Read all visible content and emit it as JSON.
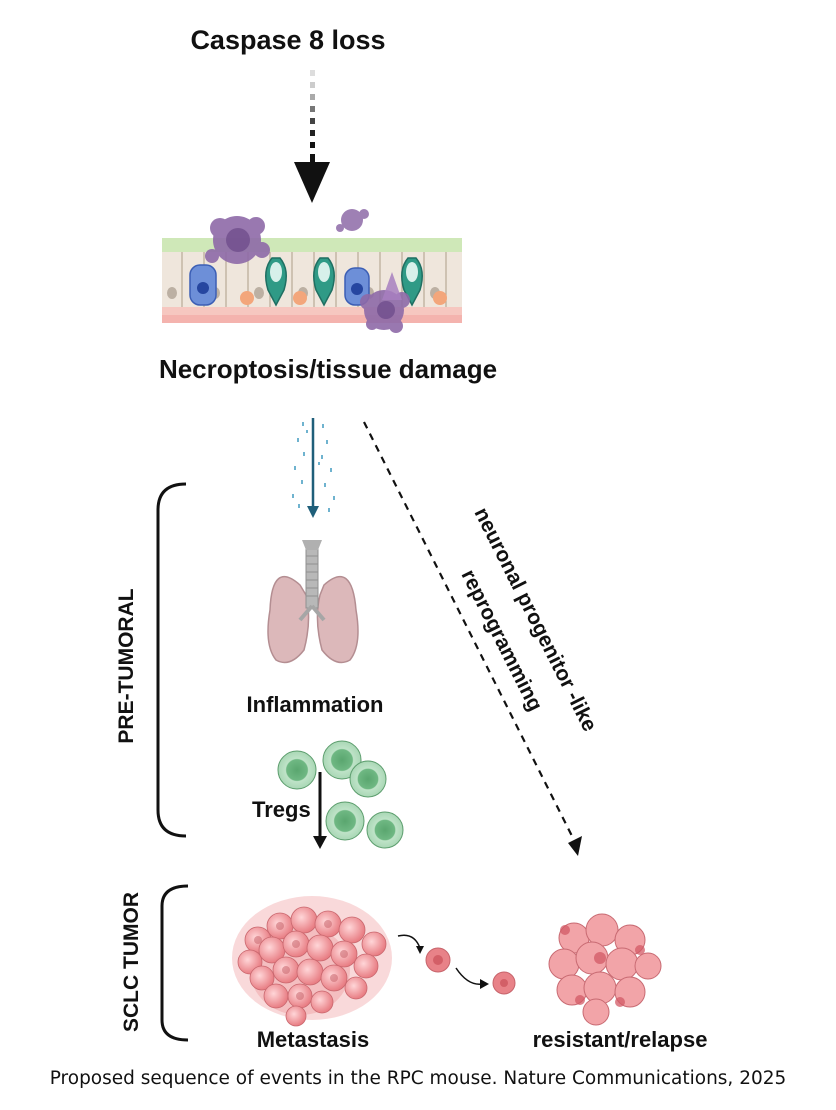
{
  "labels": {
    "caspase": "Caspase 8 loss",
    "necroptosis": "Necroptosis/tissue damage",
    "reprogramming_line1": "neuronal progenitor -like",
    "reprogramming_line2": "reprogramming",
    "pre_tumoral": "PRE-TUMORAL",
    "inflammation": "Inflammation",
    "tregs": "Tregs",
    "sclc_tumor": "SCLC TUMOR",
    "metastasis": "Metastasis",
    "resistant": "resistant/relapse"
  },
  "caption": "Proposed sequence of events in the RPC mouse. Nature Communications, 2025",
  "icons": [
    "epithelium-icon",
    "lung-icon",
    "treg-cells-icon",
    "tumor-mass-icon",
    "relapse-tumor-icon"
  ],
  "colors": {
    "text": "#111111",
    "inflammation_arrow": "#1f5f7a",
    "lung": "#dcb8ba",
    "treg": "#7cc492",
    "tumor": "#ec8e90",
    "relapse": "#f2a4a8",
    "necrotic": "#8e6aa8"
  }
}
